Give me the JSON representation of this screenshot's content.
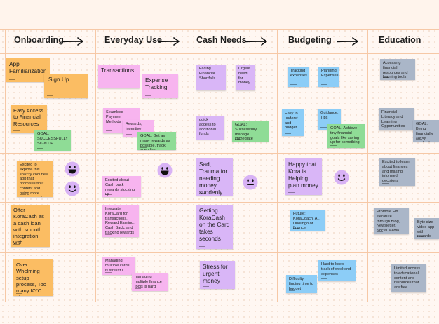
{
  "stages": [
    {
      "title": "Onboarding"
    },
    {
      "title": "Everyday Use"
    },
    {
      "title": "Cash Needs"
    },
    {
      "title": "Budgeting"
    },
    {
      "title": "Education"
    }
  ],
  "notes": {
    "onboarding": {
      "app_familiarization": "App Familiarization",
      "sign_up": "Sign Up",
      "easy_access": "Easy Access to Financial Resources",
      "goal": "GOAL: SUCCESSFULLY SIGN UP",
      "excited": "Excited to explore this snazzy cool new app that promises finlit content and being more money smart",
      "offer_cash": "Offer KoraCash as a cash loan with smooth integration with KoraCard",
      "overwhelming": "Over Whelming setup process, Too many KYC steps"
    },
    "everyday": {
      "transactions": "Transactions",
      "expense_tracking": "Expense Tracking",
      "seamless_payment": "Seamless Payment Methods",
      "rewards_incentive": "Rewards, Incentive",
      "goal": "GOAL: Get as many rewards as possible, track spending",
      "excited_cash_back": "Excited about Cash back rewards stocking up",
      "integrate_koracard": "Integrate KoraCard for transactions, Reward Earning, Cash Back, and tracking rewards",
      "managing_cards": "Managing multiple cards is stressful",
      "managing_tools": "managing multiple finance tools is hard"
    },
    "cash": {
      "facing_shortfalls": "Facing Financial Shortfalls",
      "urgent_need": "Urgent need for money",
      "quick_access": "quick access to additional funds",
      "goal": "GOAL: Successfully manage immediate financial needs",
      "sad_trauma": "Sad, Trauma for needing money suddenly",
      "getting_koracash": "Getting KoraCash on the Card takes seconds",
      "stress_urgent": "Stress for urgent money"
    },
    "budgeting": {
      "tracking_expenses": "Tracking expenses",
      "planning_expenses": "Planning Expenses",
      "easy_understand": "Easy to underst and budget",
      "guidance_tips": "Guidance, Tips",
      "goal": "GOAL: Achieve tiny financial goals like saving up for something",
      "happy_kora": "Happy that Kora is Helping plan money",
      "future_koracoach": "Future: KoraCoach, AI, Duolingo of finance",
      "hard_to_keep_track": "Hard to keep track of weekend expenses",
      "difficulty_finding_time": "Difficulty finding time to budget"
    },
    "education": {
      "accessing_resources": "Accessing financial resources and learning tools",
      "finlit_opportunities": "Financial Literacy and Learning Opportunities",
      "goal": "GOAL: Being financially savvy graduation",
      "excited_learn": "Excited to learn about finances and making informed decisions",
      "promote_finlit": "Promote Fin literature through Blog, Newsletter, Social Media",
      "byte_size": "Byte size video app with rewards",
      "limited_access": "Limited access to educational content and resources that are free"
    }
  },
  "emojis": [
    {
      "name": "grin-emoji",
      "face": "grin"
    },
    {
      "name": "smile-emoji",
      "face": "smile"
    },
    {
      "name": "grin-emoji-everyday",
      "face": "grin"
    },
    {
      "name": "neutral-emoji",
      "face": "neutral"
    },
    {
      "name": "smile-emoji-budgeting",
      "face": "smile"
    }
  ],
  "colors": {
    "orange": "#fbbd63",
    "pink": "#f7b4ef",
    "purple": "#d9b6f7",
    "blue": "#8ccdf7",
    "green": "#8fdc96",
    "gray": "#aab6c8",
    "grid": "#f6c8a6"
  }
}
